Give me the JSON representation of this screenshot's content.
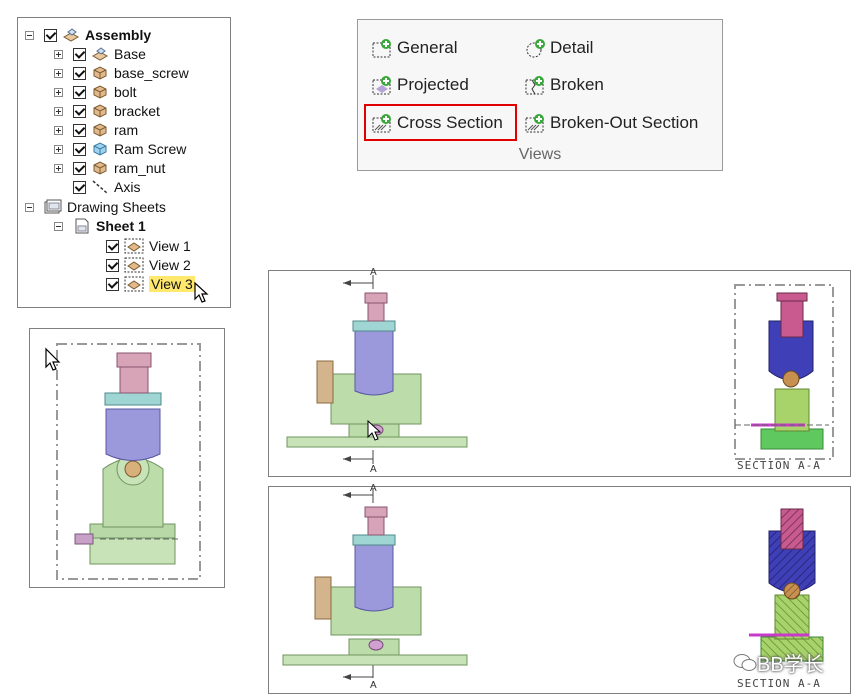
{
  "tree": {
    "assembly": "Assembly",
    "parts": [
      "Base",
      "base_screw",
      "bolt",
      "bracket",
      "ram",
      "Ram Screw",
      "ram_nut"
    ],
    "axis": "Axis",
    "drawing_sheets": "Drawing Sheets",
    "sheet": "Sheet 1",
    "views": [
      "View 1",
      "View 2",
      "View 3"
    ]
  },
  "ribbon": {
    "general": "General",
    "detail": "Detail",
    "projected": "Projected",
    "broken": "Broken",
    "cross_section": "Cross Section",
    "broken_out_section": "Broken-Out Section",
    "group_label": "Views"
  },
  "drawing": {
    "cut_label": "A",
    "section_label_1": "SECTION A-A",
    "section_label_2": "SECTION A-A"
  },
  "watermark": "BB学长",
  "colors": {
    "highlight": "#ffe86b",
    "selection_border": "#e00000",
    "part_green": "#b8d8a8",
    "part_blue": "#8e8ee0",
    "part_pink": "#c8819e",
    "part_teal": "#8ccfcf",
    "part_tan": "#c8a47a"
  }
}
